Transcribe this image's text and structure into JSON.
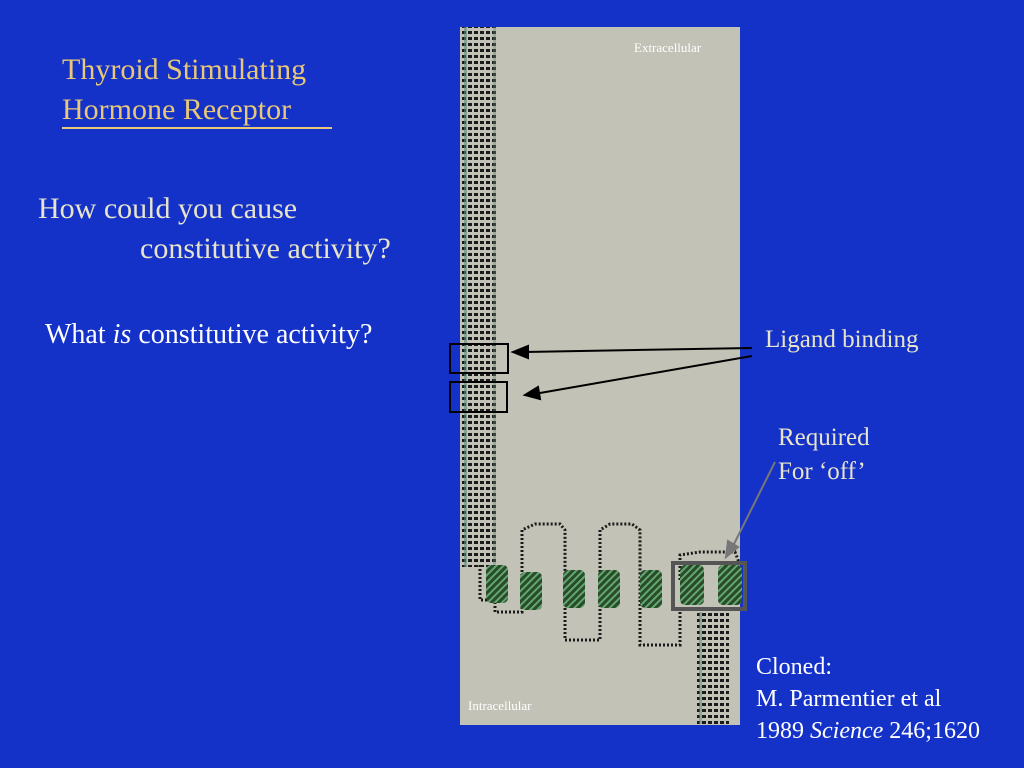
{
  "slide": {
    "title_line1": "Thyroid Stimulating",
    "title_line2": "Hormone Receptor",
    "question_line1": "How could you cause",
    "question_line2": "constitutive activity?",
    "what_prefix": "What ",
    "what_emphasis": "is",
    "what_suffix": " constitutive activity?"
  },
  "diagram": {
    "extracellular_label": "Extracellular",
    "intracellular_label": "Intracellular",
    "ligand_binding_label": "Ligand binding",
    "required_line1": "Required",
    "required_line2": "For ‘off’",
    "cloned_line1": "Cloned:",
    "cloned_line2": "M. Parmentier et al",
    "cloned_year": "1989 ",
    "cloned_journal": "Science",
    "cloned_ref": " 246;1620"
  },
  "colors": {
    "background": "#1432c8",
    "title": "#e8c878",
    "panel": "#c2c2b6"
  }
}
